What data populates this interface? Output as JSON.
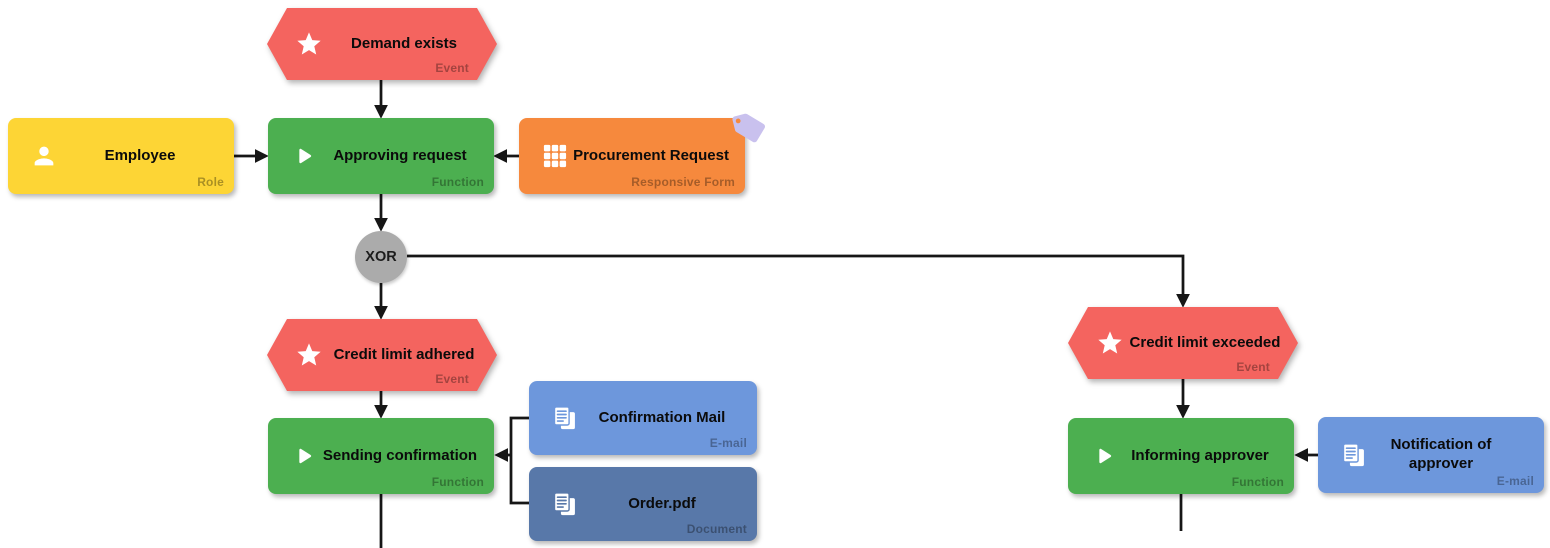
{
  "canvas": {
    "background": "#ffffff"
  },
  "colors": {
    "event_red": "#F4645F",
    "function_green": "#4CAF50",
    "role_yellow": "#FDD535",
    "responsive_form_orange": "#F6893D",
    "email_blue": "#6D97DC",
    "document_blue": "#5878A9",
    "gateway_gray": "#ABABAB",
    "tag_lavender": "#C9C1EE",
    "connector_black": "#161616",
    "type_label_gray": "rgba(0,0,0,0.33)"
  },
  "nodes": {
    "demand_exists": {
      "label": "Demand exists",
      "type_label": "Event",
      "icon": "star-icon"
    },
    "employee": {
      "label": "Employee",
      "type_label": "Role",
      "icon": "person-icon"
    },
    "approving_request": {
      "label": "Approving request",
      "type_label": "Function",
      "icon": "play-icon"
    },
    "procurement_request": {
      "label": "Procurement Request",
      "type_label": "Responsive Form",
      "icon": "grid-icon",
      "badge": "tag-icon"
    },
    "xor_gateway": {
      "label": "XOR"
    },
    "credit_limit_adhered": {
      "label": "Credit limit adhered",
      "type_label": "Event",
      "icon": "star-icon"
    },
    "sending_confirmation": {
      "label": "Sending confirmation",
      "type_label": "Function",
      "icon": "play-icon"
    },
    "confirmation_mail": {
      "label": "Confirmation Mail",
      "type_label": "E-mail",
      "icon": "document-icon"
    },
    "order_pdf": {
      "label": "Order.pdf",
      "type_label": "Document",
      "icon": "document-icon"
    },
    "credit_limit_exceeded": {
      "label": "Credit limit exceeded",
      "type_label": "Event",
      "icon": "star-icon"
    },
    "informing_approver": {
      "label": "Informing approver",
      "type_label": "Function",
      "icon": "play-icon"
    },
    "notification_of_approver": {
      "label": "Notification of approver",
      "type_label": "E-mail",
      "icon": "document-icon"
    }
  }
}
